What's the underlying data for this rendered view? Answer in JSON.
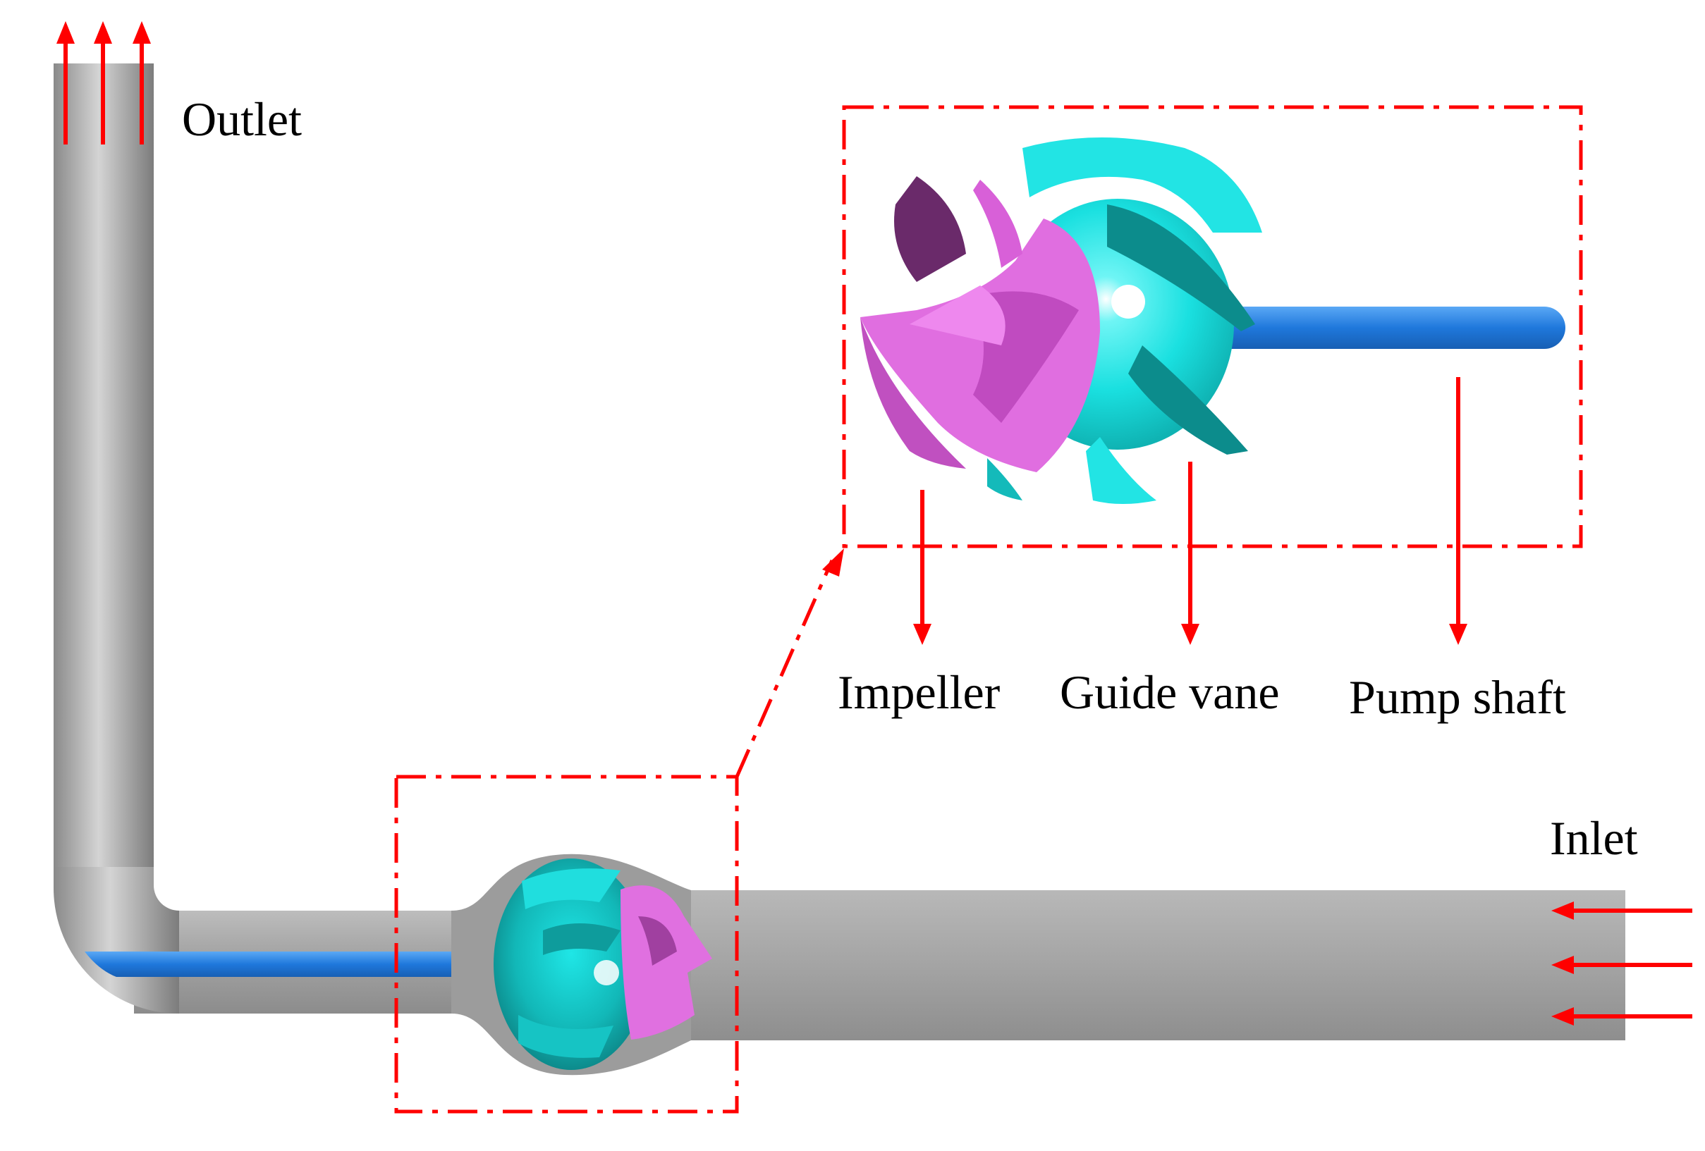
{
  "labels": {
    "outlet": "Outlet",
    "inlet": "Inlet",
    "impeller": "Impeller",
    "guide_vane": "Guide vane",
    "pump_shaft": "Pump shaft"
  },
  "colors": {
    "arrow": "#ff0000",
    "pipe": "#a9a9a9",
    "shaft": "#2a7fe0",
    "impeller": "#e060e0",
    "guide_vane": "#18e2e2"
  }
}
